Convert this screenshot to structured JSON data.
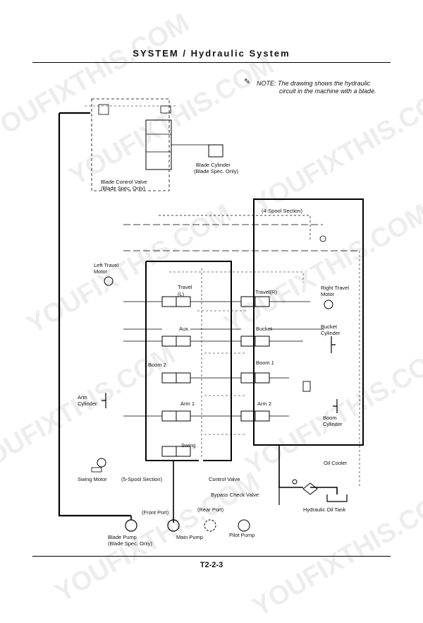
{
  "header": {
    "title": "SYSTEM / Hydraulic System"
  },
  "note": {
    "line1": "NOTE: The drawing shows the hydraulic",
    "line2": "circuit in the machine with a blade."
  },
  "labels": {
    "blade_cylinder_1": "Blade Cylinder",
    "blade_cylinder_2": "(Blade Spec. Only)",
    "blade_cv_1": "Blade Control Valve",
    "blade_cv_2": "(Blade Spec. Only)",
    "four_spool": "(4-Spool Section)",
    "left_travel_1": "Left Travel",
    "left_travel_2": "Motor",
    "travel_l_1": "Travel",
    "travel_l_2": "(L)",
    "travel_r": "Travel(R)",
    "right_travel_1": "Right Travel",
    "right_travel_2": "Motor",
    "aux": "Aux.",
    "bucket": "Bucket",
    "bucket_cyl_1": "Bucket",
    "bucket_cyl_2": "Cylinder",
    "boom2": "Boom 2",
    "boom1": "Boom 1",
    "arm_cyl_1": "Arm",
    "arm_cyl_2": "Cylinder",
    "arm1": "Arm 1",
    "arm2": "Arm 2",
    "boom_cyl_1": "Boom",
    "boom_cyl_2": "Cylinder",
    "swing": "Swing",
    "oil_cooler": "Oil Cooler",
    "swing_motor": "Swing Motor",
    "five_spool": "(5-Spool Section)",
    "control_valve": "Control Valve",
    "bypass": "Bypass Check Valve",
    "front_port": "(Front Port)",
    "rear_port": "(Rear Port)",
    "oil_tank": "Hydraulic Oil Tank",
    "blade_pump_1": "Blade Pump",
    "blade_pump_2": "(Blade Spec. Only)",
    "main_pump": "Main Pump",
    "pilot_pump": "Pilot Pump"
  },
  "watermark": "YOUFIXTHIS.COM",
  "footer": {
    "page": "T2-2-3"
  }
}
